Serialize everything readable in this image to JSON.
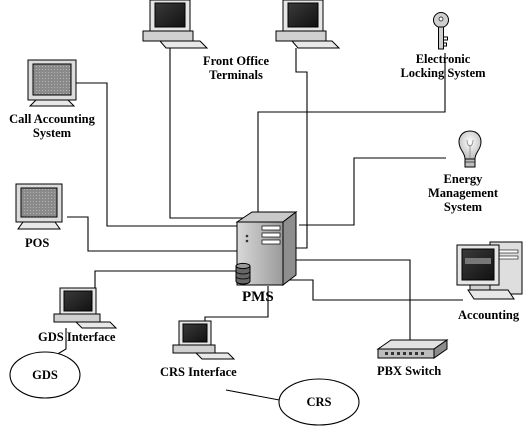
{
  "diagram": {
    "front_office": {
      "line1": "Front Office",
      "line2": "Terminals"
    },
    "electronic_locking": {
      "line1": "Electronic",
      "line2": "Locking System"
    },
    "call_accounting": {
      "line1": "Call Accounting",
      "line2": "System"
    },
    "energy_management": {
      "line1": "Energy",
      "line2": "Management",
      "line3": "System"
    },
    "pos": "POS",
    "pms": "PMS",
    "gds_interface": "GDS Interface",
    "gds": "GDS",
    "accounting": "Accounting",
    "crs_interface": "CRS Interface",
    "pbx_switch": "PBX Switch",
    "crs": "CRS"
  },
  "icons": [
    "computer-icon",
    "monitor-icon",
    "key-icon",
    "light-bulb-icon",
    "server-icon",
    "database-icon",
    "network-switch-icon"
  ],
  "colors": {
    "line": "#000000",
    "node_fill": "#ffffff",
    "screen": "#2a2a2a"
  }
}
